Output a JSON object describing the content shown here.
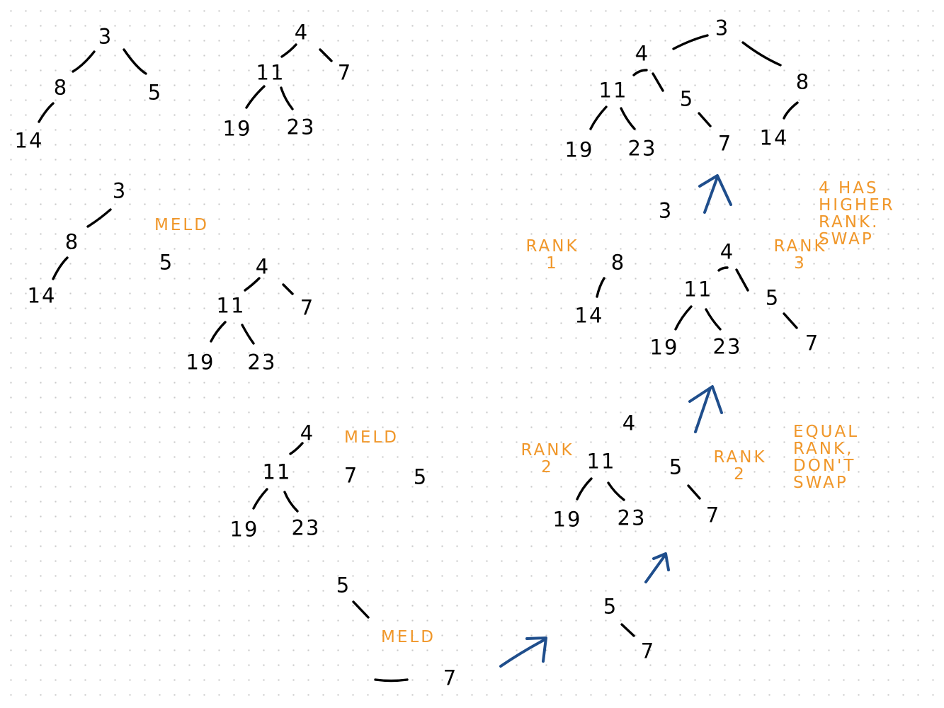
{
  "labels": {
    "meld": "MELD",
    "rank": "RANK",
    "rank_1": "1",
    "rank_2": "2",
    "rank_3": "3"
  },
  "heaps": {
    "h1_root": "3",
    "h1_8": "8",
    "h1_5": "5",
    "h1_14": "14",
    "h2_root": "4",
    "h2_11": "11",
    "h2_7": "7",
    "h2_19": "19",
    "h2_23": "23",
    "s2_root": "3",
    "s2_8": "8",
    "s2_14": "14",
    "s2_5": "5",
    "s2_4": "4",
    "s2_11": "11",
    "s2_7": "7",
    "s2_19": "19",
    "s2_23": "23",
    "s3_4": "4",
    "s3_11": "11",
    "s3_19": "19",
    "s3_23": "23",
    "s3_7": "7",
    "s3_5": "5",
    "s4_5": "5",
    "s4_7": "7",
    "r1_5": "5",
    "r1_7": "7",
    "r2_4": "4",
    "r2_11": "11",
    "r2_19": "19",
    "r2_23": "23",
    "r2_5": "5",
    "r2_7": "7",
    "r3_3": "3",
    "r3_8": "8",
    "r3_14": "14",
    "r3_4": "4",
    "r3_11": "11",
    "r3_19": "19",
    "r3_23": "23",
    "r3_5": "5",
    "r3_7": "7",
    "f_3": "3",
    "f_4": "4",
    "f_8": "8",
    "f_11": "11",
    "f_5": "5",
    "f_14": "14",
    "f_19": "19",
    "f_23": "23",
    "f_7": "7"
  },
  "notes": {
    "four_higher_rank": [
      "4 HAS",
      "HIGHER",
      "RANK.",
      "SWAP"
    ],
    "equal_rank": [
      "EQUAL",
      "RANK,",
      "DON'T",
      "SWAP"
    ]
  },
  "colors": {
    "ink": "#000000",
    "annotation": "#f0972a",
    "arrow": "#1f4e8c"
  }
}
